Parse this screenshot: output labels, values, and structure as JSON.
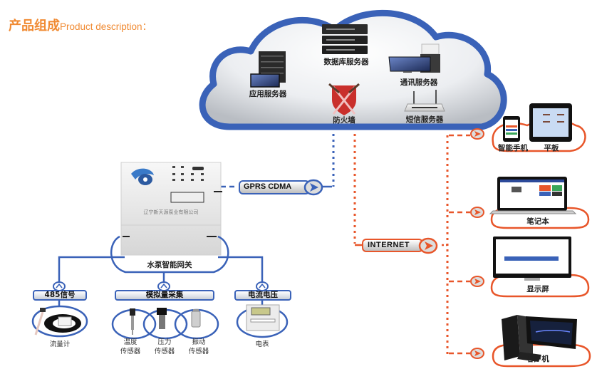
{
  "header": {
    "title_cn": "产品组成",
    "title_en": "Product description",
    "title_suffix": "："
  },
  "colors": {
    "title": "#f08a32",
    "cloud_border": "#3a62b8",
    "blue_link": "#3a62b8",
    "orange_link": "#e8562a"
  },
  "cloud": {
    "servers": [
      {
        "id": "database",
        "label": "数据库服务器",
        "icon": "rack-server-icon"
      },
      {
        "id": "application",
        "label": "应用服务器",
        "icon": "tower-server-icon"
      },
      {
        "id": "communication",
        "label": "通讯服务器",
        "icon": "comm-server-icon"
      },
      {
        "id": "firewall",
        "label": "防火墙",
        "icon": "firewall-shield-icon"
      },
      {
        "id": "sms",
        "label": "短信服务器",
        "icon": "router-icon"
      }
    ]
  },
  "links": {
    "gprs": "GPRS CDMA",
    "internet": "INTERNET"
  },
  "gateway": {
    "label": "水泵智能网关",
    "company": "辽宁新天源泵业有限公司"
  },
  "inputs": [
    {
      "id": "rs485",
      "label": "485信号",
      "devices": [
        {
          "label": "流量计",
          "icon": "flowmeter-icon"
        }
      ]
    },
    {
      "id": "analog",
      "label": "模拟量采集",
      "devices": [
        {
          "label_l1": "温度",
          "label_l2": "传感器",
          "icon": "temperature-sensor-icon"
        },
        {
          "label_l1": "压力",
          "label_l2": "传感器",
          "icon": "pressure-sensor-icon"
        },
        {
          "label_l1": "振动",
          "label_l2": "传感器",
          "icon": "vibration-sensor-icon"
        }
      ]
    },
    {
      "id": "power",
      "label": "电流电压",
      "devices": [
        {
          "label": "电表",
          "icon": "power-meter-icon"
        }
      ]
    }
  ],
  "clients": [
    {
      "id": "mobile",
      "labels": [
        "智能手机",
        "平板"
      ],
      "icon": "phone-tablet-icon"
    },
    {
      "id": "laptop",
      "label": "笔记本",
      "icon": "laptop-icon"
    },
    {
      "id": "monitor",
      "label": "显示屏",
      "icon": "monitor-icon"
    },
    {
      "id": "pc",
      "label": "客户机",
      "icon": "desktop-pc-icon"
    }
  ]
}
